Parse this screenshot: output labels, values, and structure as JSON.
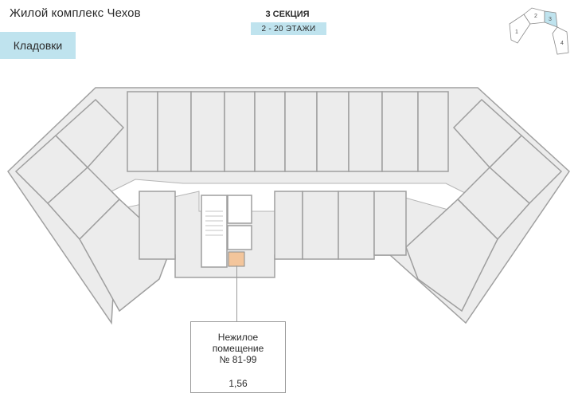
{
  "header": {
    "complex_title": "Жилой комплекс Чехов",
    "section_title": "3 СЕКЦИЯ",
    "floors_badge": "2 - 20 ЭТАЖИ"
  },
  "tabs": [
    {
      "label": "Кладовки",
      "active": true
    }
  ],
  "keyplan": {
    "sections": [
      "1",
      "2",
      "3",
      "4"
    ],
    "highlighted_section": "3",
    "highlight_color": "#bfe3ee"
  },
  "selected_unit": {
    "name": "Нежилое\nпомещение\n№ 81-99",
    "area": "1,56",
    "highlight_color": "#f3c59b"
  },
  "colors": {
    "accent": "#bfe3ee",
    "floor": "#ececec",
    "wall": "#9e9e9e"
  }
}
